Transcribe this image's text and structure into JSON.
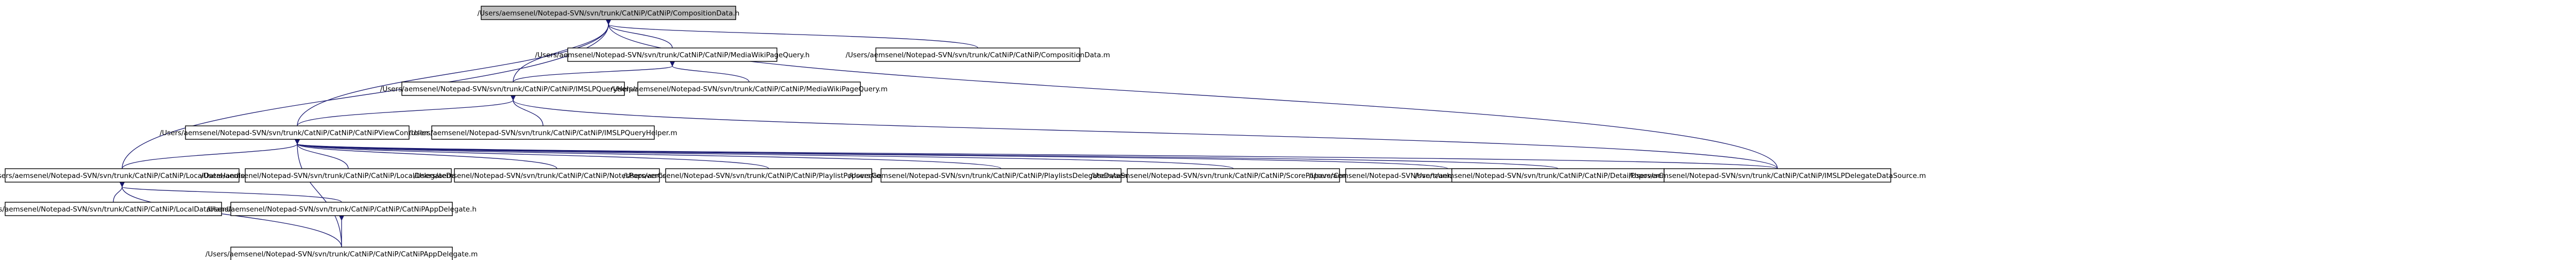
{
  "colors": {
    "edge": "#191970",
    "root_fill": "#bfbfbf",
    "node_fill": "#ffffff",
    "node_border": "#000000"
  },
  "nodes": [
    {
      "id": "n0",
      "label": "/Users/aemsenel/Notepad-SVN/svn/trunk/CatNiP/CatNiP/CompositionData.h",
      "root": true
    },
    {
      "id": "n1",
      "label": "/Users/aemsenel/Notepad-SVN/svn/trunk/CatNiP/CatNiP/MediaWikiPageQuery.h"
    },
    {
      "id": "n2",
      "label": "/Users/aemsenel/Notepad-SVN/svn/trunk/CatNiP/CatNiP/CompositionData.m"
    },
    {
      "id": "n3",
      "label": "/Users/aemsenel/Notepad-SVN/svn/trunk/CatNiP/CatNiP/IMSLPQueryHelper.h"
    },
    {
      "id": "n4",
      "label": "/Users/aemsenel/Notepad-SVN/svn/trunk/CatNiP/CatNiP/MediaWikiPageQuery.m"
    },
    {
      "id": "n5",
      "label": "/Users/aemsenel/Notepad-SVN/svn/trunk/CatNiP/CatNiP/CatNiPViewController.h"
    },
    {
      "id": "n6",
      "label": "/Users/aemsenel/Notepad-SVN/svn/trunk/CatNiP/CatNiP/IMSLPQueryHelper.m"
    },
    {
      "id": "n7",
      "label": "/Users/aemsenel/Notepad-SVN/svn/trunk/CatNiP/CatNiP/LocalDataHandler.h"
    },
    {
      "id": "n8",
      "label": "/Users/aemsenel/Notepad-SVN/svn/trunk/CatNiP/CatNiP/LocalDelegateDataSource.m"
    },
    {
      "id": "n9",
      "label": "/Users/aemsenel/Notepad-SVN/svn/trunk/CatNiP/CatNiP/NotesPopoverController.m"
    },
    {
      "id": "n10",
      "label": "/Users/aemsenel/Notepad-SVN/svn/trunk/CatNiP/CatNiP/PlaylistPopoverController.m"
    },
    {
      "id": "n11",
      "label": "/Users/aemsenel/Notepad-SVN/svn/trunk/CatNiP/CatNiP/PlaylistsDelegateDataSource.m"
    },
    {
      "id": "n12",
      "label": "/Users/aemsenel/Notepad-SVN/svn/trunk/CatNiP/CatNiP/ScorePopoverController.m"
    },
    {
      "id": "n13",
      "label": "/Users/aemsenel/Notepad-SVN/svn/trunk/CatNiP/CatNiP/CatNiPViewController.m"
    },
    {
      "id": "n14",
      "label": "/Users/aemsenel/Notepad-SVN/svn/trunk/CatNiP/CatNiP/DetailPopoverController.m"
    },
    {
      "id": "n15",
      "label": "/Users/aemsenel/Notepad-SVN/svn/trunk/CatNiP/CatNiP/IMSLPDelegateDataSource.m"
    },
    {
      "id": "n16",
      "label": "/Users/aemsenel/Notepad-SVN/svn/trunk/CatNiP/CatNiP/LocalDataHandler.m"
    },
    {
      "id": "n17",
      "label": "/Users/aemsenel/Notepad-SVN/svn/trunk/CatNiP/CatNiP/CatNiPAppDelegate.h"
    },
    {
      "id": "n18",
      "label": "/Users/aemsenel/Notepad-SVN/svn/trunk/CatNiP/CatNiP/CatNiPAppDelegate.m"
    }
  ],
  "edges": [
    [
      "n0",
      "n1"
    ],
    [
      "n0",
      "n2"
    ],
    [
      "n0",
      "n3"
    ],
    [
      "n0",
      "n5"
    ],
    [
      "n0",
      "n7"
    ],
    [
      "n0",
      "n15"
    ],
    [
      "n1",
      "n3"
    ],
    [
      "n1",
      "n4"
    ],
    [
      "n3",
      "n5"
    ],
    [
      "n3",
      "n6"
    ],
    [
      "n3",
      "n15"
    ],
    [
      "n5",
      "n7"
    ],
    [
      "n5",
      "n8"
    ],
    [
      "n5",
      "n9"
    ],
    [
      "n5",
      "n10"
    ],
    [
      "n5",
      "n11"
    ],
    [
      "n5",
      "n12"
    ],
    [
      "n5",
      "n13"
    ],
    [
      "n5",
      "n14"
    ],
    [
      "n5",
      "n15"
    ],
    [
      "n5",
      "n18"
    ],
    [
      "n7",
      "n16"
    ],
    [
      "n7",
      "n17"
    ],
    [
      "n7",
      "n18"
    ],
    [
      "n17",
      "n18"
    ]
  ]
}
